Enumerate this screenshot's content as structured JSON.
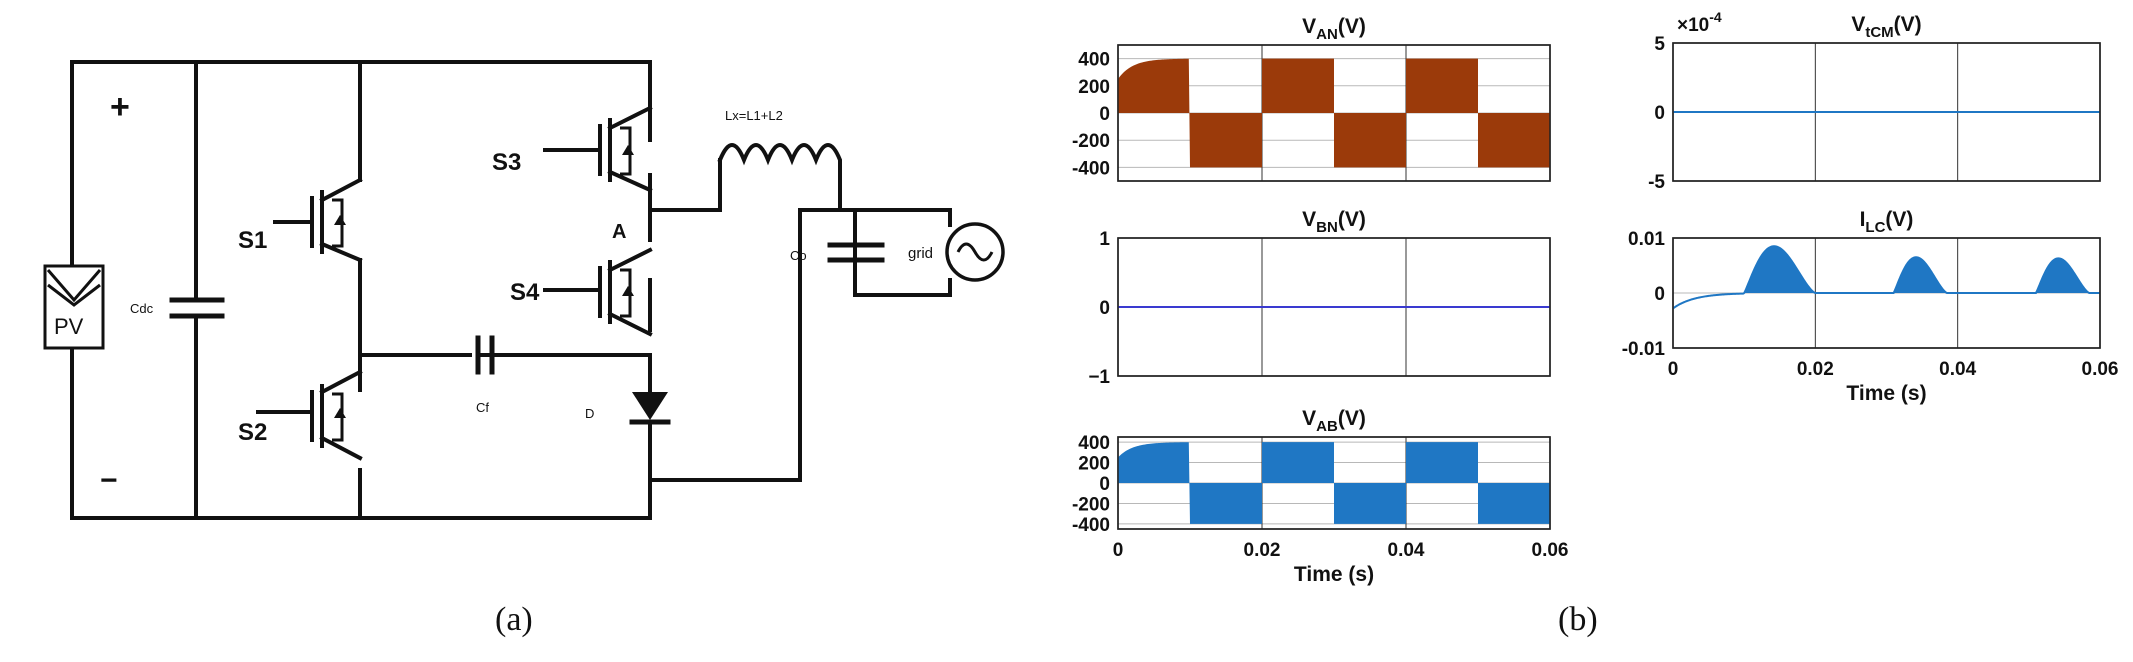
{
  "captions": {
    "a": "(a)",
    "b": "(b)"
  },
  "circuit": {
    "pv_label": "PV",
    "plus": "+",
    "minus": "−",
    "cdc": "Cdc",
    "s1": "S1",
    "s2": "S2",
    "s3": "S3",
    "s4": "S4",
    "cf": "Cf",
    "d": "D",
    "a_node": "A",
    "lx": "Lx=L1+L2",
    "co": "Co",
    "grid": "grid",
    "colors": {
      "wire": "#111111"
    }
  },
  "chart_data": [
    {
      "id": "van",
      "type": "line",
      "title": "VAN(V)",
      "title_main": "V",
      "title_sub": "AN",
      "title_unit": "(V)",
      "xlim": [
        0,
        0.06
      ],
      "ylim": [
        -500,
        500
      ],
      "yticks": [
        400,
        200,
        0,
        -200,
        -400
      ],
      "ytick_labels": [
        "400",
        "200",
        "0",
        "-200",
        "-400"
      ],
      "xticks": [
        0,
        0.02,
        0.04,
        0.06
      ],
      "xtick_labels": [],
      "xlabel": "",
      "color": "#9b3a0a",
      "waveform": "square",
      "amplitude": 400,
      "period": 0.02,
      "start_phase": "high",
      "rise_tau": 0.002,
      "start_level": 250
    },
    {
      "id": "vtcm",
      "type": "line",
      "title": "VtCM(V)",
      "title_main": "V",
      "title_sub": "tCM",
      "title_unit": "(V)",
      "exponent_label": "×10",
      "exponent_power": "-4",
      "xlim": [
        0,
        0.06
      ],
      "ylim": [
        -5,
        5
      ],
      "yticks": [
        5,
        0,
        -5
      ],
      "ytick_labels": [
        "5",
        "0",
        "-5"
      ],
      "xticks": [
        0,
        0.02,
        0.04,
        0.06
      ],
      "xtick_labels": [],
      "xlabel": "",
      "color": "#1f77c4",
      "waveform": "flat",
      "level": 0
    },
    {
      "id": "vbn",
      "type": "line",
      "title": "VBN(V)",
      "title_main": "V",
      "title_sub": "BN",
      "title_unit": "(V)",
      "xlim": [
        0,
        0.06
      ],
      "ylim": [
        -1,
        1
      ],
      "yticks": [
        1,
        0,
        -1
      ],
      "ytick_labels": [
        "1",
        "0",
        "−1"
      ],
      "xticks": [
        0,
        0.02,
        0.04,
        0.06
      ],
      "xtick_labels": [],
      "xlabel": "",
      "color": "#3a3ad0",
      "waveform": "flat",
      "level": 0
    },
    {
      "id": "ilc",
      "type": "line",
      "title": "ILC(V)",
      "title_main": "I",
      "title_sub": "LC",
      "title_unit": "(V)",
      "xlim": [
        0,
        0.06
      ],
      "ylim": [
        -0.01,
        0.01
      ],
      "yticks": [
        0.01,
        0,
        -0.01
      ],
      "ytick_labels": [
        "0.01",
        "0",
        "-0.01"
      ],
      "xticks": [
        0,
        0.02,
        0.04,
        0.06
      ],
      "xtick_labels": [
        "0",
        "0.02",
        "0.04",
        "0.06"
      ],
      "xlabel": "Time (s)",
      "color": "#1f77c4",
      "waveform": "bursts",
      "bursts": [
        {
          "start": 0.01,
          "end": 0.02,
          "peak": 0.0085
        },
        {
          "start": 0.031,
          "end": 0.0385,
          "peak": 0.0065
        },
        {
          "start": 0.051,
          "end": 0.0585,
          "peak": 0.0063
        }
      ],
      "initial_dip": -0.0028
    },
    {
      "id": "vab",
      "type": "line",
      "title": "VAB(V)",
      "title_main": "V",
      "title_sub": "AB",
      "title_unit": "(V)",
      "xlim": [
        0,
        0.06
      ],
      "ylim": [
        -450,
        450
      ],
      "yticks": [
        400,
        200,
        0,
        -200,
        -400
      ],
      "ytick_labels": [
        "400",
        "200",
        "0",
        "-200",
        "-400"
      ],
      "xticks": [
        0,
        0.02,
        0.04,
        0.06
      ],
      "xtick_labels": [
        "0",
        "0.02",
        "0.04",
        "0.06"
      ],
      "xlabel": "Time (s)",
      "color": "#1f77c4",
      "waveform": "square",
      "amplitude": 400,
      "period": 0.02,
      "start_phase": "high",
      "rise_tau": 0.002,
      "start_level": 250
    }
  ]
}
